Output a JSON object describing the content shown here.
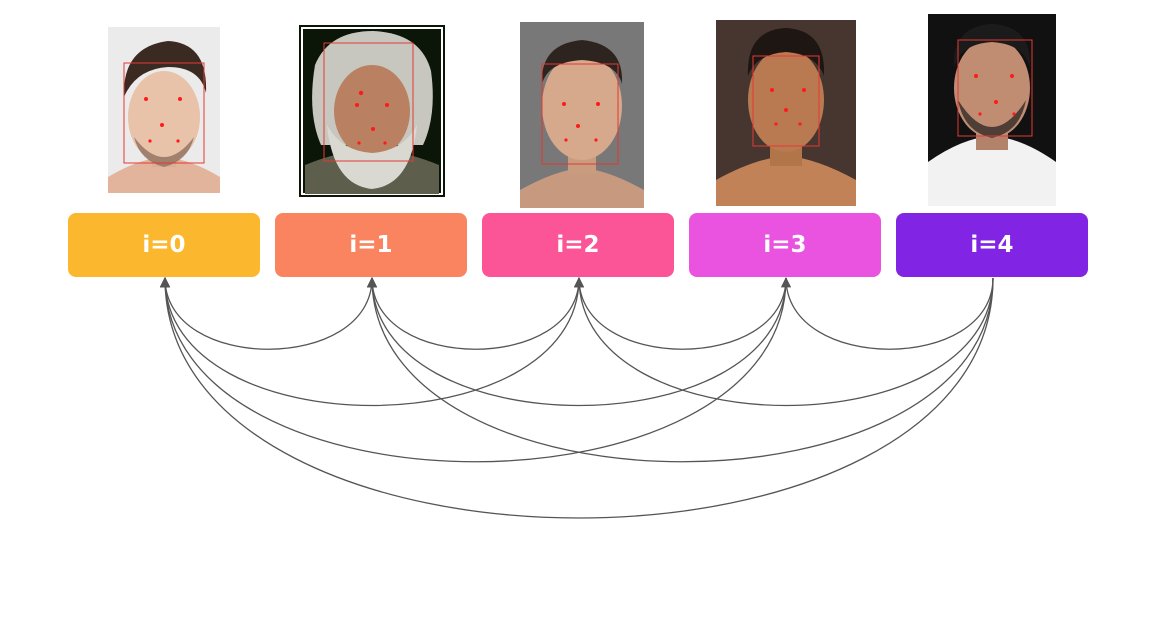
{
  "faces": [
    {
      "label": "i=0",
      "color": "#FBB82E",
      "bg": "#ebebeb",
      "skin": "#e9c2aa",
      "hair": "#3b2a22",
      "beard": "#8f705e"
    },
    {
      "label": "i=1",
      "color": "#FA8460",
      "bg": "#0c1608",
      "skin": "#b98062",
      "hair": "#c7c7c0",
      "beard": "#d9d9d2"
    },
    {
      "label": "i=2",
      "color": "#FC5597",
      "bg": "#787878",
      "skin": "#d6a88c",
      "hair": "#2e241f",
      "beard": "#c4937a"
    },
    {
      "label": "i=3",
      "color": "#E953E0",
      "bg": "#46362f",
      "skin": "#b97a52",
      "hair": "#1e1612",
      "beard": "#a8683f"
    },
    {
      "label": "i=4",
      "color": "#8124E3",
      "bg": "#111111",
      "skin": "#c08d73",
      "hair": "#1b1b1b",
      "beard": "#3a302b"
    }
  ],
  "links": [
    [
      1,
      0
    ],
    [
      2,
      0
    ],
    [
      3,
      0
    ],
    [
      4,
      0
    ],
    [
      2,
      1
    ],
    [
      3,
      1
    ],
    [
      4,
      1
    ],
    [
      3,
      2
    ],
    [
      4,
      2
    ],
    [
      4,
      3
    ]
  ],
  "colors": {
    "box": "#e53935",
    "landmark": "#ff1a1a",
    "link": "#555555"
  }
}
